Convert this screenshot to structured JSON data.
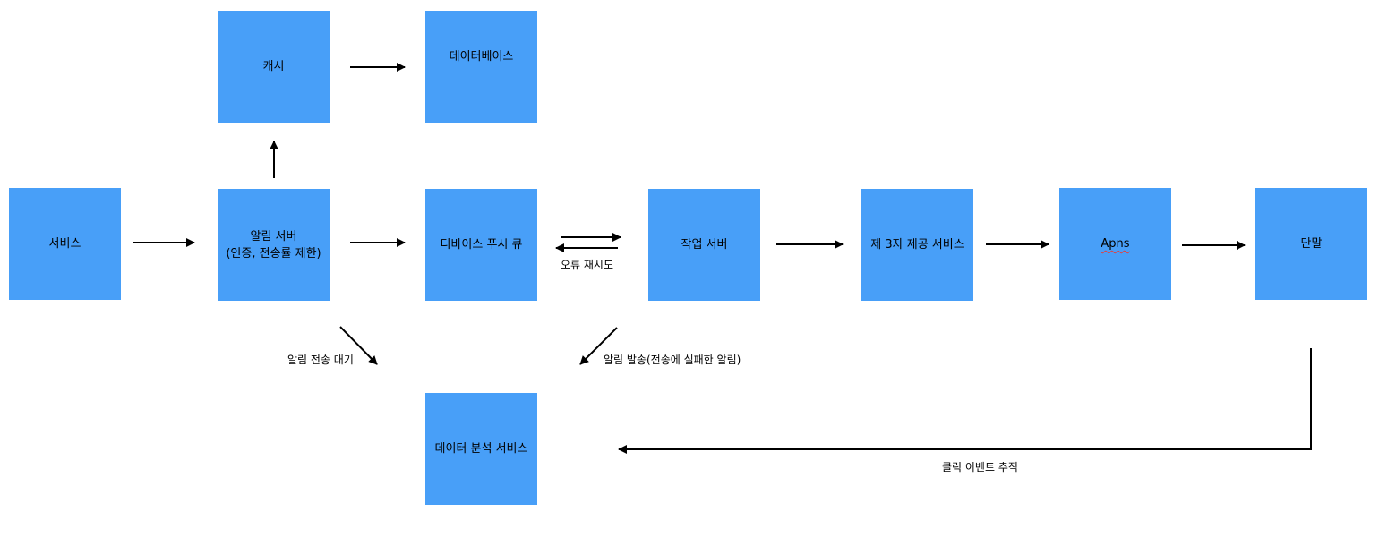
{
  "nodes": {
    "service": {
      "label": "서비스"
    },
    "cache": {
      "label": "캐시"
    },
    "database": {
      "label": "데이터베이스"
    },
    "notification_server": {
      "label": "알림 서버\n(인증, 전송률 제한)"
    },
    "device_push_queue": {
      "label": "디바이스 푸시 큐"
    },
    "worker_server": {
      "label": "작업 서버"
    },
    "third_party_service": {
      "label": "제 3자 제공 서비스"
    },
    "apns": {
      "label": "Apns"
    },
    "device": {
      "label": "단말"
    },
    "analytics_service": {
      "label": "데이터 분석 서비스"
    }
  },
  "edge_labels": {
    "retry_on_error": "오류 재시도",
    "pending_send": "알림 전송 대기",
    "sent_notification": "알림 발송(전송에 실패한 알림)",
    "click_tracking": "클릭 이벤트 추적"
  },
  "colors": {
    "node_fill": "#489ff8",
    "arrow": "#000000"
  }
}
